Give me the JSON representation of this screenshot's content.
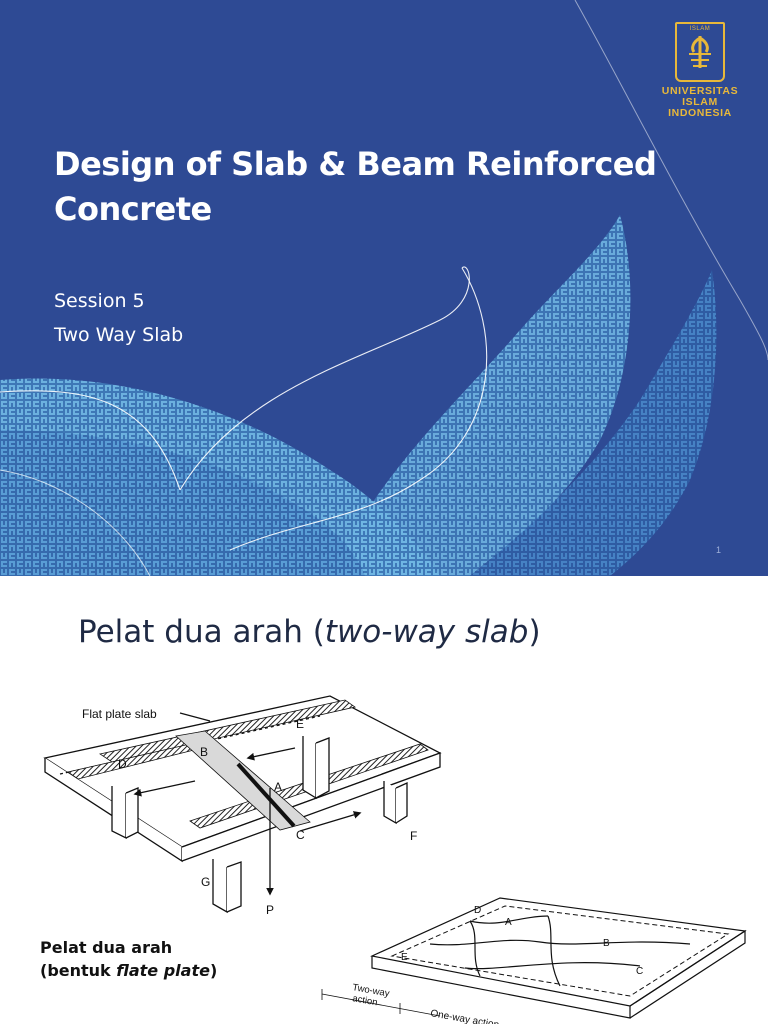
{
  "slide1": {
    "logo_emblem_text": "ISLAM",
    "logo_lines": [
      "UNIVERSITAS",
      "ISLAM",
      "INDONESIA"
    ],
    "title_lines": [
      "Design of Slab & Beam Reinforced",
      "Concrete"
    ],
    "subtitle_lines": [
      "Session 5",
      "Two Way Slab"
    ],
    "slide_number": "1",
    "colors": {
      "background": "#2e4a94",
      "logo": "#e8b83a",
      "pattern_light": "#5aa7d8"
    }
  },
  "slide2": {
    "title_plain": "Pelat dua arah (",
    "title_italic": "two-way slab",
    "title_close": ")",
    "caption_line1": "Pelat dua arah",
    "caption_line2_prefix": "(bentuk ",
    "caption_line2_italic": "flate plate",
    "caption_line2_suffix": ")",
    "figure1_labels": {
      "flat_plate_slab": "Flat plate slab",
      "A": "A",
      "B": "B",
      "C": "C",
      "D": "D",
      "E": "E",
      "F": "F",
      "G": "G",
      "P": "P"
    },
    "figure2_labels": {
      "A": "A",
      "B": "B",
      "C": "C",
      "D": "D",
      "E": "E",
      "two_way_line1": "Two-way",
      "two_way_line2": "action",
      "one_way": "One-way action"
    }
  }
}
